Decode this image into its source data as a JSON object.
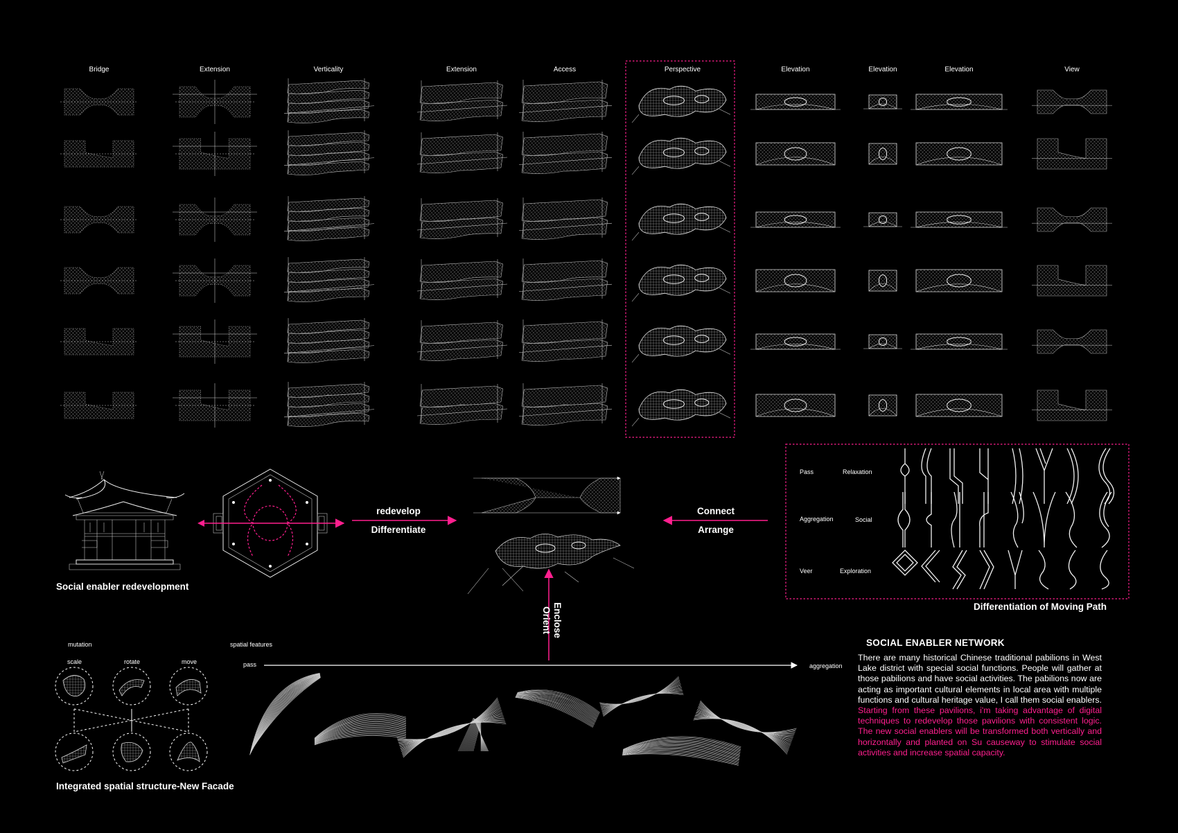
{
  "columns": [
    "Bridge",
    "Extension",
    "Verticality",
    "Extension",
    "Access",
    "Perspective",
    "Elevation",
    "Elevation",
    "Elevation",
    "View"
  ],
  "flow": {
    "left_top": "redevelop",
    "left_bottom": "Differentiate",
    "right_top": "Connect",
    "right_bottom": "Arrange",
    "vertical_a": "Enclose",
    "vertical_b": "Orient"
  },
  "captions": {
    "social_enabler": "Social enabler redevelopment",
    "moving_path": "Differentiation of Moving Path",
    "integrated": "Integrated spatial structure-New Facade"
  },
  "path_labels": {
    "rows": [
      {
        "left": "Pass",
        "right": "Relaxation"
      },
      {
        "left": "Aggregation",
        "right": "Social"
      },
      {
        "left": "Veer",
        "right": "Exploration"
      }
    ]
  },
  "mutation": {
    "title": "mutation",
    "labels": [
      "scale",
      "rotate",
      "move"
    ]
  },
  "spatial": {
    "title": "spatial features",
    "start": "pass",
    "end": "aggregation"
  },
  "network": {
    "title": "SOCIAL ENABLER NETWORK",
    "text_white": "There are many historical Chinese traditional pabilions in West Lake district with special social functions. People will gather at those pabilions and have social activities. The pabilions now are acting as important cultural elements in local area with multiple functions and cultural heritage value, I call them social enablers.",
    "text_highlight": "Starting from these pavilions, i'm taking advantage of digital techniques to redevelop those pavilions with consistent logic. The new social enablers will be transformed both vertically and horizontally and planted on Su causeway to stimulate social activities and increase spatial capacity."
  },
  "colors": {
    "background": "#000000",
    "accent": "#ff1f8e",
    "line": "#cfcfcf"
  }
}
